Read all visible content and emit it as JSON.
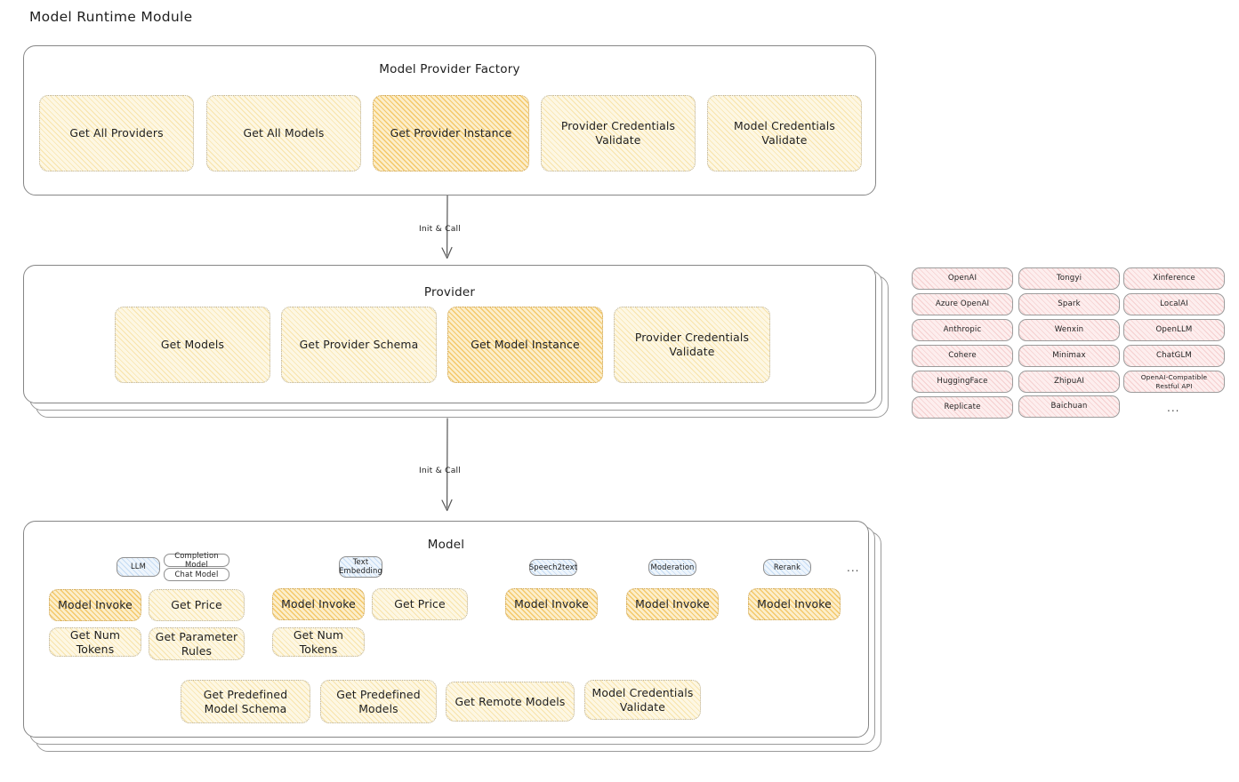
{
  "page": {
    "title": "Model Runtime Module"
  },
  "factory": {
    "title": "Model Provider Factory",
    "nodes": [
      {
        "label": "Get All Providers",
        "style": "yellow"
      },
      {
        "label": "Get All Models",
        "style": "yellow"
      },
      {
        "label": "Get Provider Instance",
        "style": "orange"
      },
      {
        "label": "Provider Credentials Validate",
        "style": "yellow"
      },
      {
        "label": "Model Credentials Validate",
        "style": "yellow"
      }
    ]
  },
  "arrows": [
    {
      "label": "Init & Call"
    },
    {
      "label": "Init & Call"
    }
  ],
  "provider": {
    "title": "Provider",
    "nodes": [
      {
        "label": "Get Models",
        "style": "yellow"
      },
      {
        "label": "Get Provider Schema",
        "style": "yellow"
      },
      {
        "label": "Get Model Instance",
        "style": "orange"
      },
      {
        "label": "Provider Credentials Validate",
        "style": "yellow"
      }
    ]
  },
  "provider_list": {
    "columns": [
      [
        "OpenAI",
        "Azure OpenAI",
        "Anthropic",
        "Cohere",
        "HuggingFace",
        "Replicate"
      ],
      [
        "Tongyi",
        "Spark",
        "Wenxin",
        "Minimax",
        "ZhipuAI",
        "Baichuan"
      ],
      [
        "Xinference",
        "LocalAI",
        "OpenLLM",
        "ChatGLM",
        "OpenAI-Compatible Restful API"
      ]
    ],
    "more": "..."
  },
  "model": {
    "title": "Model",
    "more_badge": "...",
    "types": [
      {
        "badge": "LLM",
        "badge_style": "blue",
        "sub_badges": [
          "Completion Model",
          "Chat Model"
        ],
        "nodes": [
          {
            "label": "Model Invoke",
            "style": "orange"
          },
          {
            "label": "Get Price",
            "style": "yellow"
          },
          {
            "label": "Get Num Tokens",
            "style": "yellow"
          },
          {
            "label": "Get Parameter Rules",
            "style": "yellow"
          }
        ]
      },
      {
        "badge": "Text Embedding",
        "badge_style": "blue",
        "sub_badges": [],
        "nodes": [
          {
            "label": "Model Invoke",
            "style": "orange"
          },
          {
            "label": "Get Price",
            "style": "yellow"
          },
          {
            "label": "Get Num Tokens",
            "style": "yellow"
          }
        ]
      },
      {
        "badge": "Speech2text",
        "badge_style": "blue",
        "sub_badges": [],
        "nodes": [
          {
            "label": "Model Invoke",
            "style": "orange"
          }
        ]
      },
      {
        "badge": "Moderation",
        "badge_style": "blue",
        "sub_badges": [],
        "nodes": [
          {
            "label": "Model Invoke",
            "style": "orange"
          }
        ]
      },
      {
        "badge": "Rerank",
        "badge_style": "blue",
        "sub_badges": [],
        "nodes": [
          {
            "label": "Model Invoke",
            "style": "orange"
          }
        ]
      }
    ],
    "common_nodes": [
      {
        "label": "Get Predefined Model Schema",
        "style": "yellow"
      },
      {
        "label": "Get Predefined Models",
        "style": "yellow"
      },
      {
        "label": "Get Remote Models",
        "style": "yellow"
      },
      {
        "label": "Model Credentials Validate",
        "style": "yellow"
      }
    ]
  },
  "colors": {
    "highlight": "#f0c14b",
    "node_fill": "#fdf7e3",
    "provider_chip": "#fdeeee",
    "badge": "#eef5fc",
    "stroke": "#868686",
    "text": "#1e1e1e"
  }
}
